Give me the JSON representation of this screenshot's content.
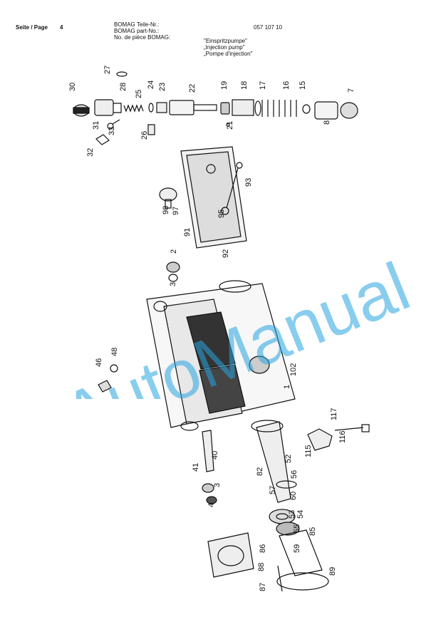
{
  "header": {
    "page_label": "Seite / Page",
    "page_number": "4",
    "part_label_de": "BOMAG Teile-Nr.:",
    "part_label_en": "BOMAG part-No.:",
    "part_label_fr": "No. de pièce BOMAG:",
    "part_number": "057 107 10",
    "title_de": "\"Einspritzpumpe\"",
    "title_en": "„Injection pump\"",
    "title_fr": "„Pompe d'injection\""
  },
  "watermark": "AutoManual",
  "callouts": [
    {
      "id": "c27",
      "text": "27"
    },
    {
      "id": "c30",
      "text": "30"
    },
    {
      "id": "c28",
      "text": "28"
    },
    {
      "id": "c24",
      "text": "24"
    },
    {
      "id": "c23",
      "text": "23"
    },
    {
      "id": "c25",
      "text": "25"
    },
    {
      "id": "c22",
      "text": "22"
    },
    {
      "id": "c19",
      "text": "19"
    },
    {
      "id": "c18",
      "text": "18"
    },
    {
      "id": "c17",
      "text": "17"
    },
    {
      "id": "c16",
      "text": "16"
    },
    {
      "id": "c15",
      "text": "15"
    },
    {
      "id": "c7",
      "text": "7"
    },
    {
      "id": "c8",
      "text": "8"
    },
    {
      "id": "c21",
      "text": "21"
    },
    {
      "id": "c31",
      "text": "31"
    },
    {
      "id": "c33",
      "text": "33"
    },
    {
      "id": "c32",
      "text": "32"
    },
    {
      "id": "c26",
      "text": "26"
    },
    {
      "id": "c93",
      "text": "93"
    },
    {
      "id": "c95",
      "text": "95"
    },
    {
      "id": "c98",
      "text": "98"
    },
    {
      "id": "c97",
      "text": "97"
    },
    {
      "id": "c91",
      "text": "91"
    },
    {
      "id": "c92",
      "text": "92"
    },
    {
      "id": "c2",
      "text": "2"
    },
    {
      "id": "c3a",
      "text": "3"
    },
    {
      "id": "c46",
      "text": "46"
    },
    {
      "id": "c48",
      "text": "48"
    },
    {
      "id": "c102",
      "text": "102"
    },
    {
      "id": "c1",
      "text": "1"
    },
    {
      "id": "c117",
      "text": "117"
    },
    {
      "id": "c115",
      "text": "115"
    },
    {
      "id": "c116",
      "text": "116"
    },
    {
      "id": "c40",
      "text": "40"
    },
    {
      "id": "c41",
      "text": "41"
    },
    {
      "id": "c3b",
      "text": "3"
    },
    {
      "id": "c4",
      "text": "4"
    },
    {
      "id": "c82",
      "text": "82"
    },
    {
      "id": "c52",
      "text": "52"
    },
    {
      "id": "c56",
      "text": "56"
    },
    {
      "id": "c57",
      "text": "57"
    },
    {
      "id": "c60",
      "text": "60"
    },
    {
      "id": "c53",
      "text": "53"
    },
    {
      "id": "c54",
      "text": "54"
    },
    {
      "id": "c55",
      "text": "55"
    },
    {
      "id": "c59",
      "text": "59"
    },
    {
      "id": "c85",
      "text": "85"
    },
    {
      "id": "c86",
      "text": "86"
    },
    {
      "id": "c88",
      "text": "88"
    },
    {
      "id": "c87",
      "text": "87"
    },
    {
      "id": "c89",
      "text": "89"
    }
  ]
}
